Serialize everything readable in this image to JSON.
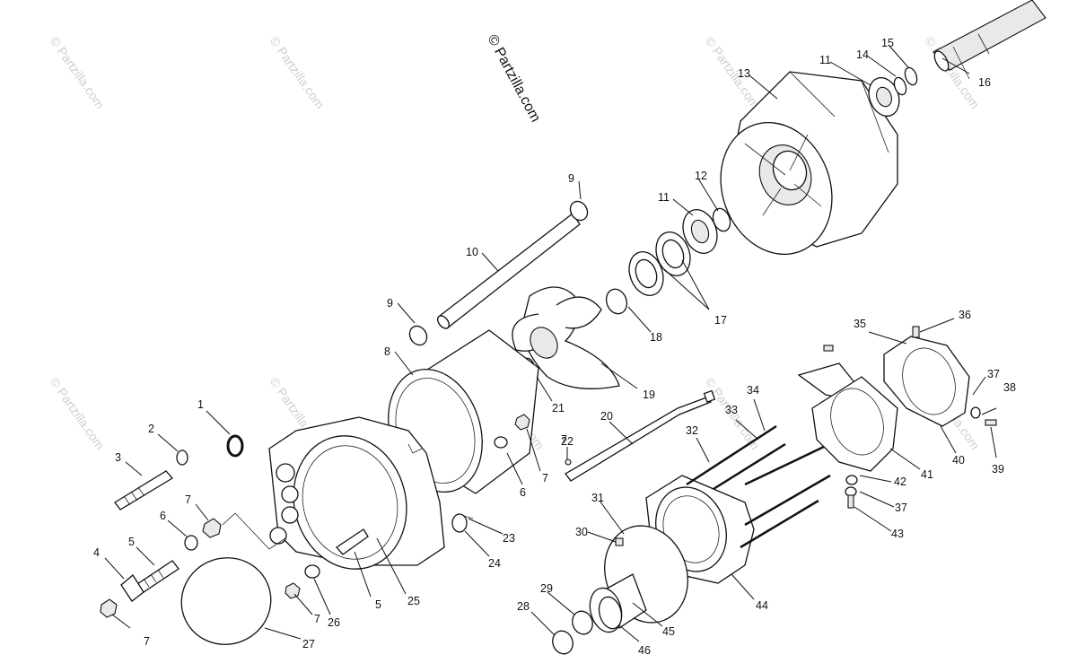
{
  "copyright": "© Partzilla.com",
  "watermark": "© Partzilla.com",
  "callouts": [
    "1",
    "2",
    "3",
    "4",
    "5",
    "5",
    "6",
    "6",
    "7",
    "7",
    "7",
    "7",
    "7",
    "8",
    "9",
    "9",
    "10",
    "11",
    "11",
    "12",
    "13",
    "14",
    "15",
    "16",
    "17",
    "18",
    "19",
    "20",
    "21",
    "22",
    "23",
    "24",
    "25",
    "26",
    "27",
    "28",
    "29",
    "30",
    "31",
    "32",
    "33",
    "34",
    "35",
    "36",
    "37",
    "37",
    "38",
    "39",
    "40",
    "41",
    "42",
    "43",
    "44",
    "45",
    "46"
  ]
}
